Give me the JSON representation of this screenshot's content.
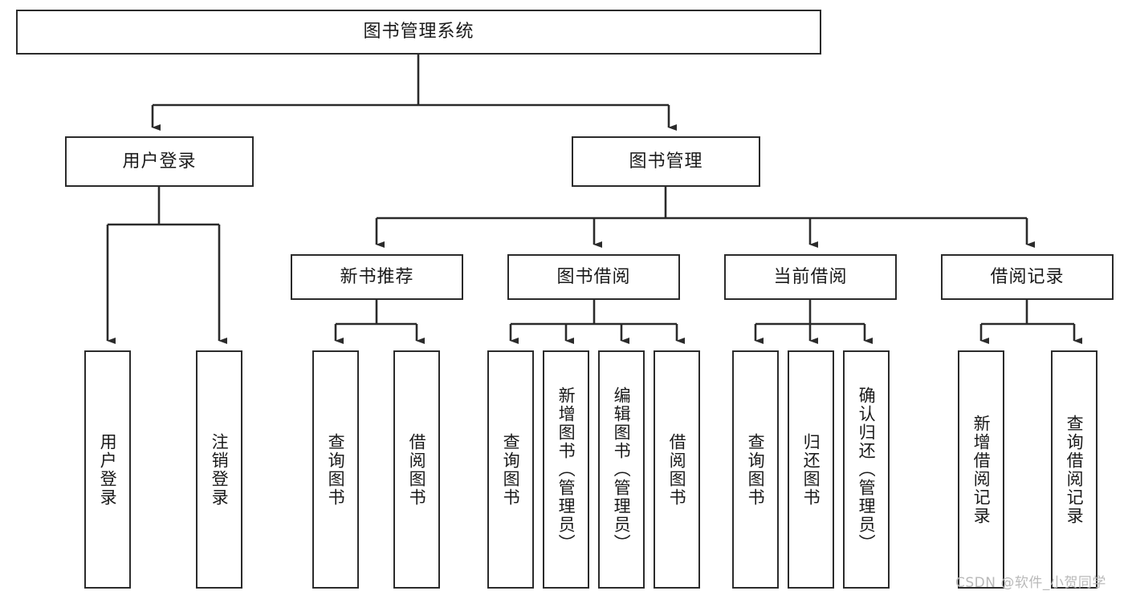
{
  "diagram": {
    "title": "图书管理系统",
    "watermark": "CSDN @软件_小贺同学",
    "stroke_color": "#2b2b2b",
    "background_color": "#ffffff",
    "text_color": "#1a1a1a",
    "watermark_color": "#b9b9b9"
  },
  "nodes": {
    "root": {
      "label": "图书管理系统"
    },
    "level2": [
      {
        "label": "用户登录"
      },
      {
        "label": "图书管理"
      }
    ],
    "level3": [
      {
        "label": "新书推荐"
      },
      {
        "label": "图书借阅"
      },
      {
        "label": "当前借阅"
      },
      {
        "label": "借阅记录"
      }
    ],
    "leaves": {
      "user_login": [
        {
          "label": "用户登录"
        },
        {
          "label": "注销登录"
        }
      ],
      "new_book_recommend": [
        {
          "label": "查询图书"
        },
        {
          "label": "借阅图书"
        }
      ],
      "book_borrow": [
        {
          "label": "查询图书"
        },
        {
          "label": "新增图书（管理员）"
        },
        {
          "label": "编辑图书（管理员）"
        },
        {
          "label": "借阅图书"
        }
      ],
      "current_borrow": [
        {
          "label": "查询图书"
        },
        {
          "label": "归还图书"
        },
        {
          "label": "确认归还（管理员）"
        }
      ],
      "borrow_record": [
        {
          "label": "新增借阅记录"
        },
        {
          "label": "查询借阅记录"
        }
      ]
    }
  },
  "chart_data": {
    "type": "tree-diagram",
    "title": "图书管理系统",
    "root": "图书管理系统",
    "edges": [
      {
        "from": "图书管理系统",
        "to": "用户登录"
      },
      {
        "from": "图书管理系统",
        "to": "图书管理"
      },
      {
        "from": "用户登录",
        "to": "用户登录 (叶)"
      },
      {
        "from": "用户登录",
        "to": "注销登录"
      },
      {
        "from": "图书管理",
        "to": "新书推荐"
      },
      {
        "from": "图书管理",
        "to": "图书借阅"
      },
      {
        "from": "图书管理",
        "to": "当前借阅"
      },
      {
        "from": "图书管理",
        "to": "借阅记录"
      },
      {
        "from": "新书推荐",
        "to": "查询图书"
      },
      {
        "from": "新书推荐",
        "to": "借阅图书"
      },
      {
        "from": "图书借阅",
        "to": "查询图书"
      },
      {
        "from": "图书借阅",
        "to": "新增图书（管理员）"
      },
      {
        "from": "图书借阅",
        "to": "编辑图书（管理员）"
      },
      {
        "from": "图书借阅",
        "to": "借阅图书"
      },
      {
        "from": "当前借阅",
        "to": "查询图书"
      },
      {
        "from": "当前借阅",
        "to": "归还图书"
      },
      {
        "from": "当前借阅",
        "to": "确认归还（管理员）"
      },
      {
        "from": "借阅记录",
        "to": "新增借阅记录"
      },
      {
        "from": "借阅记录",
        "to": "查询借阅记录"
      }
    ],
    "depth": 4,
    "node_count": 20
  }
}
